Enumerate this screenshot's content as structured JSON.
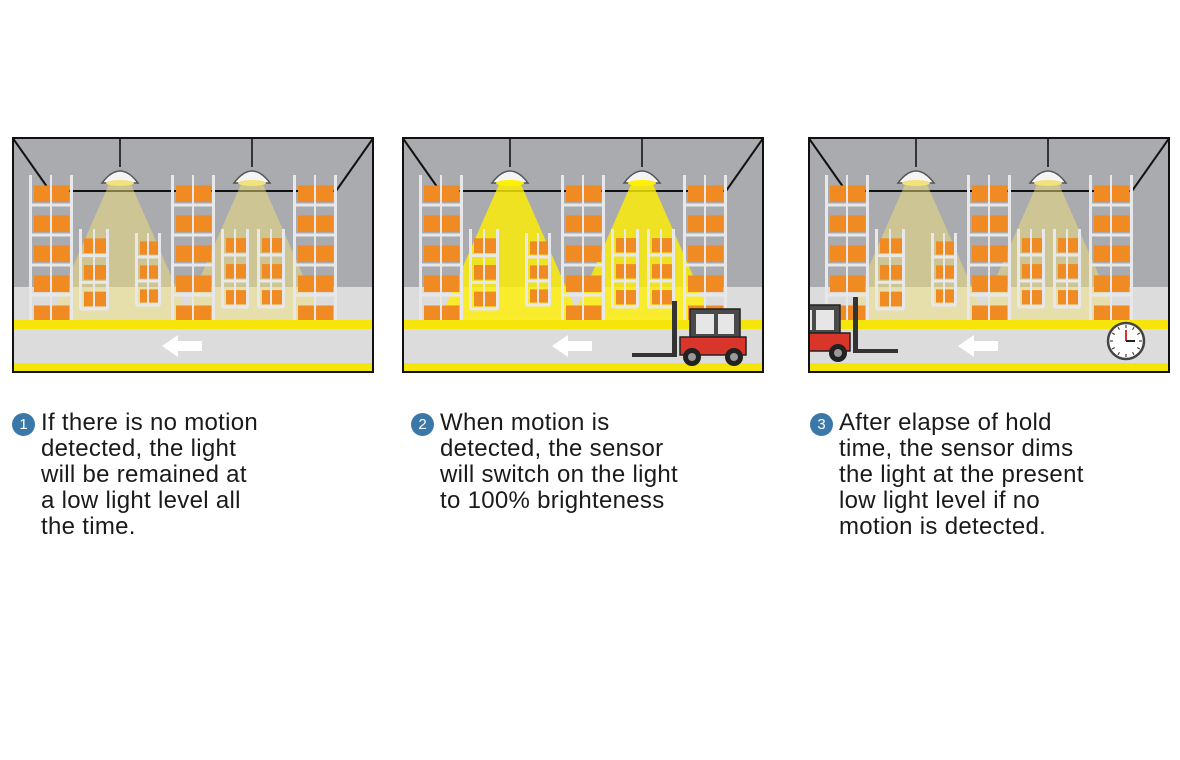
{
  "colors": {
    "wall": "#a9abae",
    "floor": "#dcdcdd",
    "floor_stripe": "#f5e50a",
    "rack": "#e8e8ea",
    "box": "#f08a22",
    "light_dim": "#f2e27a",
    "light_full": "#fff000",
    "badge": "#3a78a9"
  },
  "panels": [
    {
      "id": 1,
      "light_level": 0.3,
      "forklift": "none",
      "clock": false,
      "badge": "1",
      "caption_lines": [
        "If there is no motion",
        "detected, the light",
        "will be remained at",
        "a low light level all",
        "the time."
      ]
    },
    {
      "id": 2,
      "light_level": 1.0,
      "forklift": "entering",
      "clock": false,
      "badge": "2",
      "caption_lines": [
        "When motion is",
        "detected, the sensor",
        "will switch on the light",
        "to 100% brighteness"
      ]
    },
    {
      "id": 3,
      "light_level": 0.3,
      "forklift": "leaving",
      "clock": true,
      "badge": "3",
      "caption_lines": [
        "After elapse of hold",
        "time, the sensor dims",
        "the light at the present",
        "low light level if no",
        "motion is detected."
      ]
    }
  ],
  "icons": {
    "arrow": "left-arrow-icon",
    "clock": "clock-icon",
    "lamp": "high-bay-lamp-icon",
    "forklift": "forklift-icon"
  }
}
